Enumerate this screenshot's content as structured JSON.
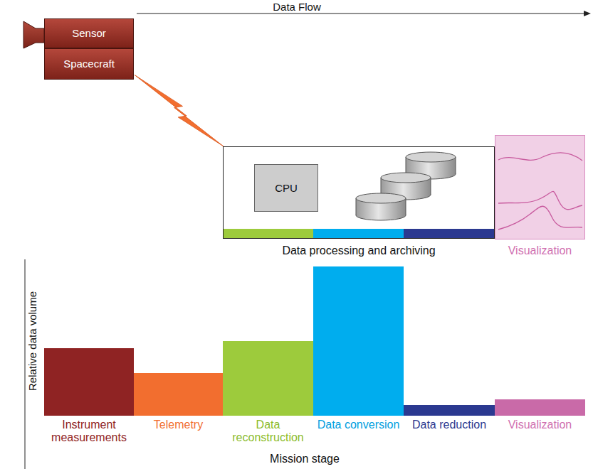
{
  "diagram": {
    "nodes": [
      {
        "text": [
          "Sensor"
        ]
      },
      {
        "text": [
          "Spacecraft"
        ]
      },
      {
        "text": [
          "Data processing and archiving"
        ]
      },
      {
        "text": [
          "CPU"
        ],
        "in": 2
      },
      {
        "text": [
          "Visualization"
        ]
      },
      {
        "text": [
          "Instrument measurements"
        ]
      },
      {
        "text": [
          "Telemetry"
        ]
      },
      {
        "text": [
          "Data reconstruction"
        ]
      },
      {
        "text": [
          "Data conversion"
        ]
      },
      {
        "text": [
          "Data reduction"
        ]
      },
      {
        "text": [
          "Visualization"
        ]
      }
    ],
    "edges": [
      {
        "from": 1,
        "to": 2,
        "arrow": "none"
      }
    ],
    "labels": [
      "Data Flow",
      "Relative data volume",
      "Mission stage"
    ]
  }
}
